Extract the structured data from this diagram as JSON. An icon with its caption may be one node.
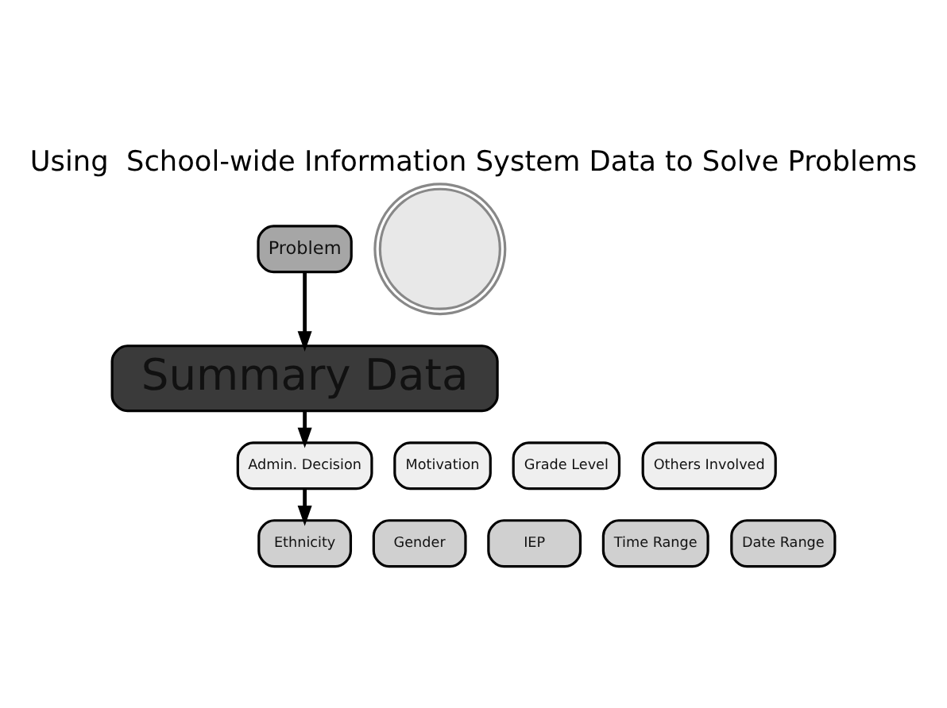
{
  "diagram": {
    "title": "Using  School-wide Information System Data to Solve Problems",
    "nodes": [
      {
        "text": [
          "Problem"
        ]
      },
      {
        "text": [
          "Summary Data"
        ]
      },
      {
        "text": [
          "Admin. Decision"
        ]
      },
      {
        "text": [
          "Motivation"
        ]
      },
      {
        "text": [
          "Grade Level"
        ]
      },
      {
        "text": [
          "Others Involved"
        ]
      },
      {
        "text": [
          "Gender"
        ]
      },
      {
        "text": [
          "Ethnicity"
        ]
      },
      {
        "text": [
          "IEP"
        ]
      },
      {
        "text": [
          "Time Range"
        ]
      },
      {
        "text": [
          "Date Range"
        ]
      },
      {
        "text": [],
        "shape": "picture"
      }
    ],
    "edges": [
      {
        "from": 0,
        "to": 1,
        "arrow": "to"
      },
      {
        "from": 1,
        "to": 2,
        "arrow": "to"
      },
      {
        "from": 2,
        "to": 7,
        "arrow": "to"
      }
    ]
  }
}
